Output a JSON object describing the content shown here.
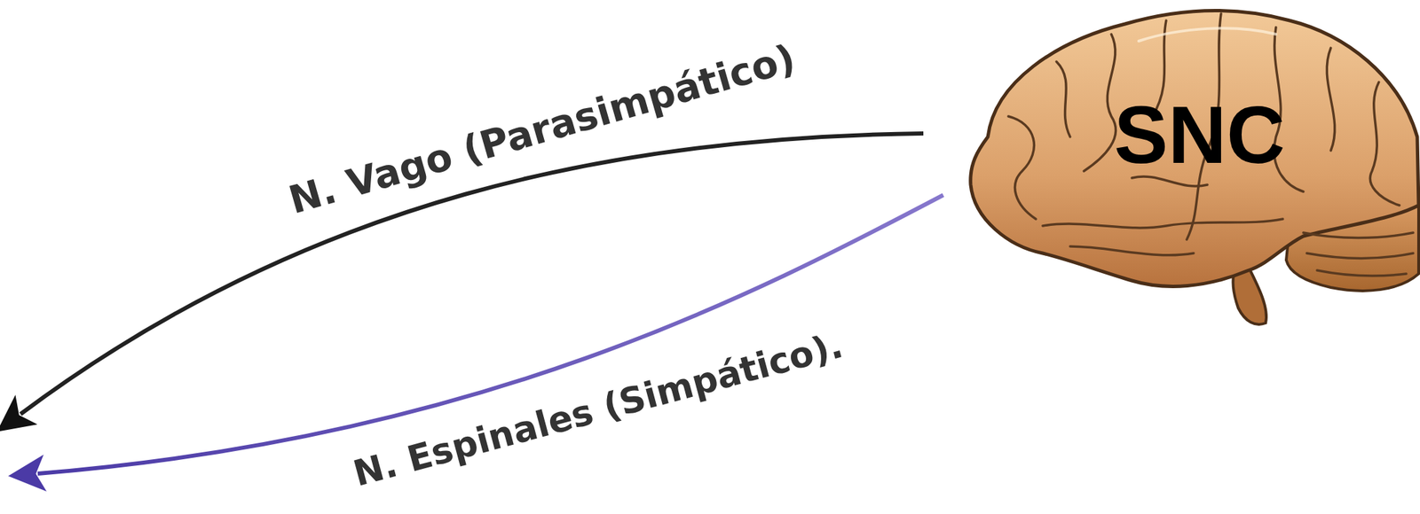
{
  "diagram": {
    "nodes": [
      {
        "text": [
          "SNC"
        ]
      }
    ],
    "labels": [
      "N. Vago (Parasimpático)",
      "N. Espinales (Simpático)."
    ]
  }
}
